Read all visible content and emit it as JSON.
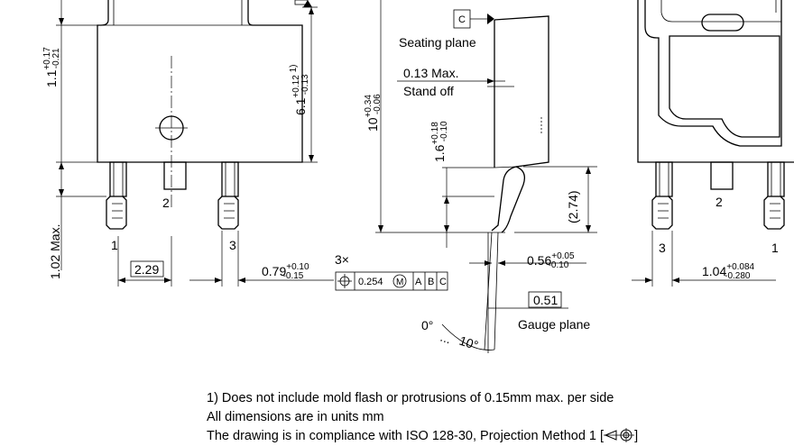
{
  "views": {
    "front": {
      "height_body": "6.1",
      "height_body_tol_plus": "+0.12",
      "height_body_tol_minus": "-0.13",
      "height_body_note": "1)",
      "tab_height": "1.1",
      "tab_height_tol_plus": "+0.17",
      "tab_height_tol_minus": "-0.21",
      "lead_max": "1.02 Max.",
      "pitch": "2.29",
      "lead_width": "0.79",
      "lead_width_tol_plus": "+0.10",
      "lead_width_tol_minus": "-0.15",
      "pin1": "1",
      "pin2": "2",
      "pin3": "3",
      "position_count": "3×",
      "fcf_tolerance": "0.254",
      "fcf_modifier": "M",
      "fcf_datum_a": "A",
      "fcf_datum_b": "B",
      "fcf_datum_c": "C"
    },
    "side": {
      "datum": "C",
      "seating_plane": "Seating plane",
      "standoff_value": "0.13 Max.",
      "standoff_label": "Stand off",
      "total_height": "10",
      "total_height_tol_plus": "+0.34",
      "total_height_tol_minus": "-0.06",
      "thickness": "1.6",
      "thickness_tol_plus": "+0.18",
      "thickness_tol_minus": "-0.10",
      "lead_length": "(2.74)",
      "lead_thickness": "0.56",
      "lead_thickness_tol_plus": "+0.05",
      "lead_thickness_tol_minus": "-0.10",
      "gauge_value": "0.51",
      "gauge_label": "Gauge plane",
      "angle_min": "0°",
      "angle_sep": "...",
      "angle_max": "10°"
    },
    "back": {
      "pin2": "2",
      "pin3": "3",
      "pin1": "1",
      "lead_width": "1.04",
      "lead_width_tol_plus": "+0.084",
      "lead_width_tol_minus": "-0.280"
    }
  },
  "notes": [
    "1) Does not include mold flash or protrusions of 0.15mm max. per side",
    "All dimensions are in units mm",
    "The drawing is in compliance with ISO 128-30, Projection Method 1 ["
  ],
  "notes_end": "]"
}
